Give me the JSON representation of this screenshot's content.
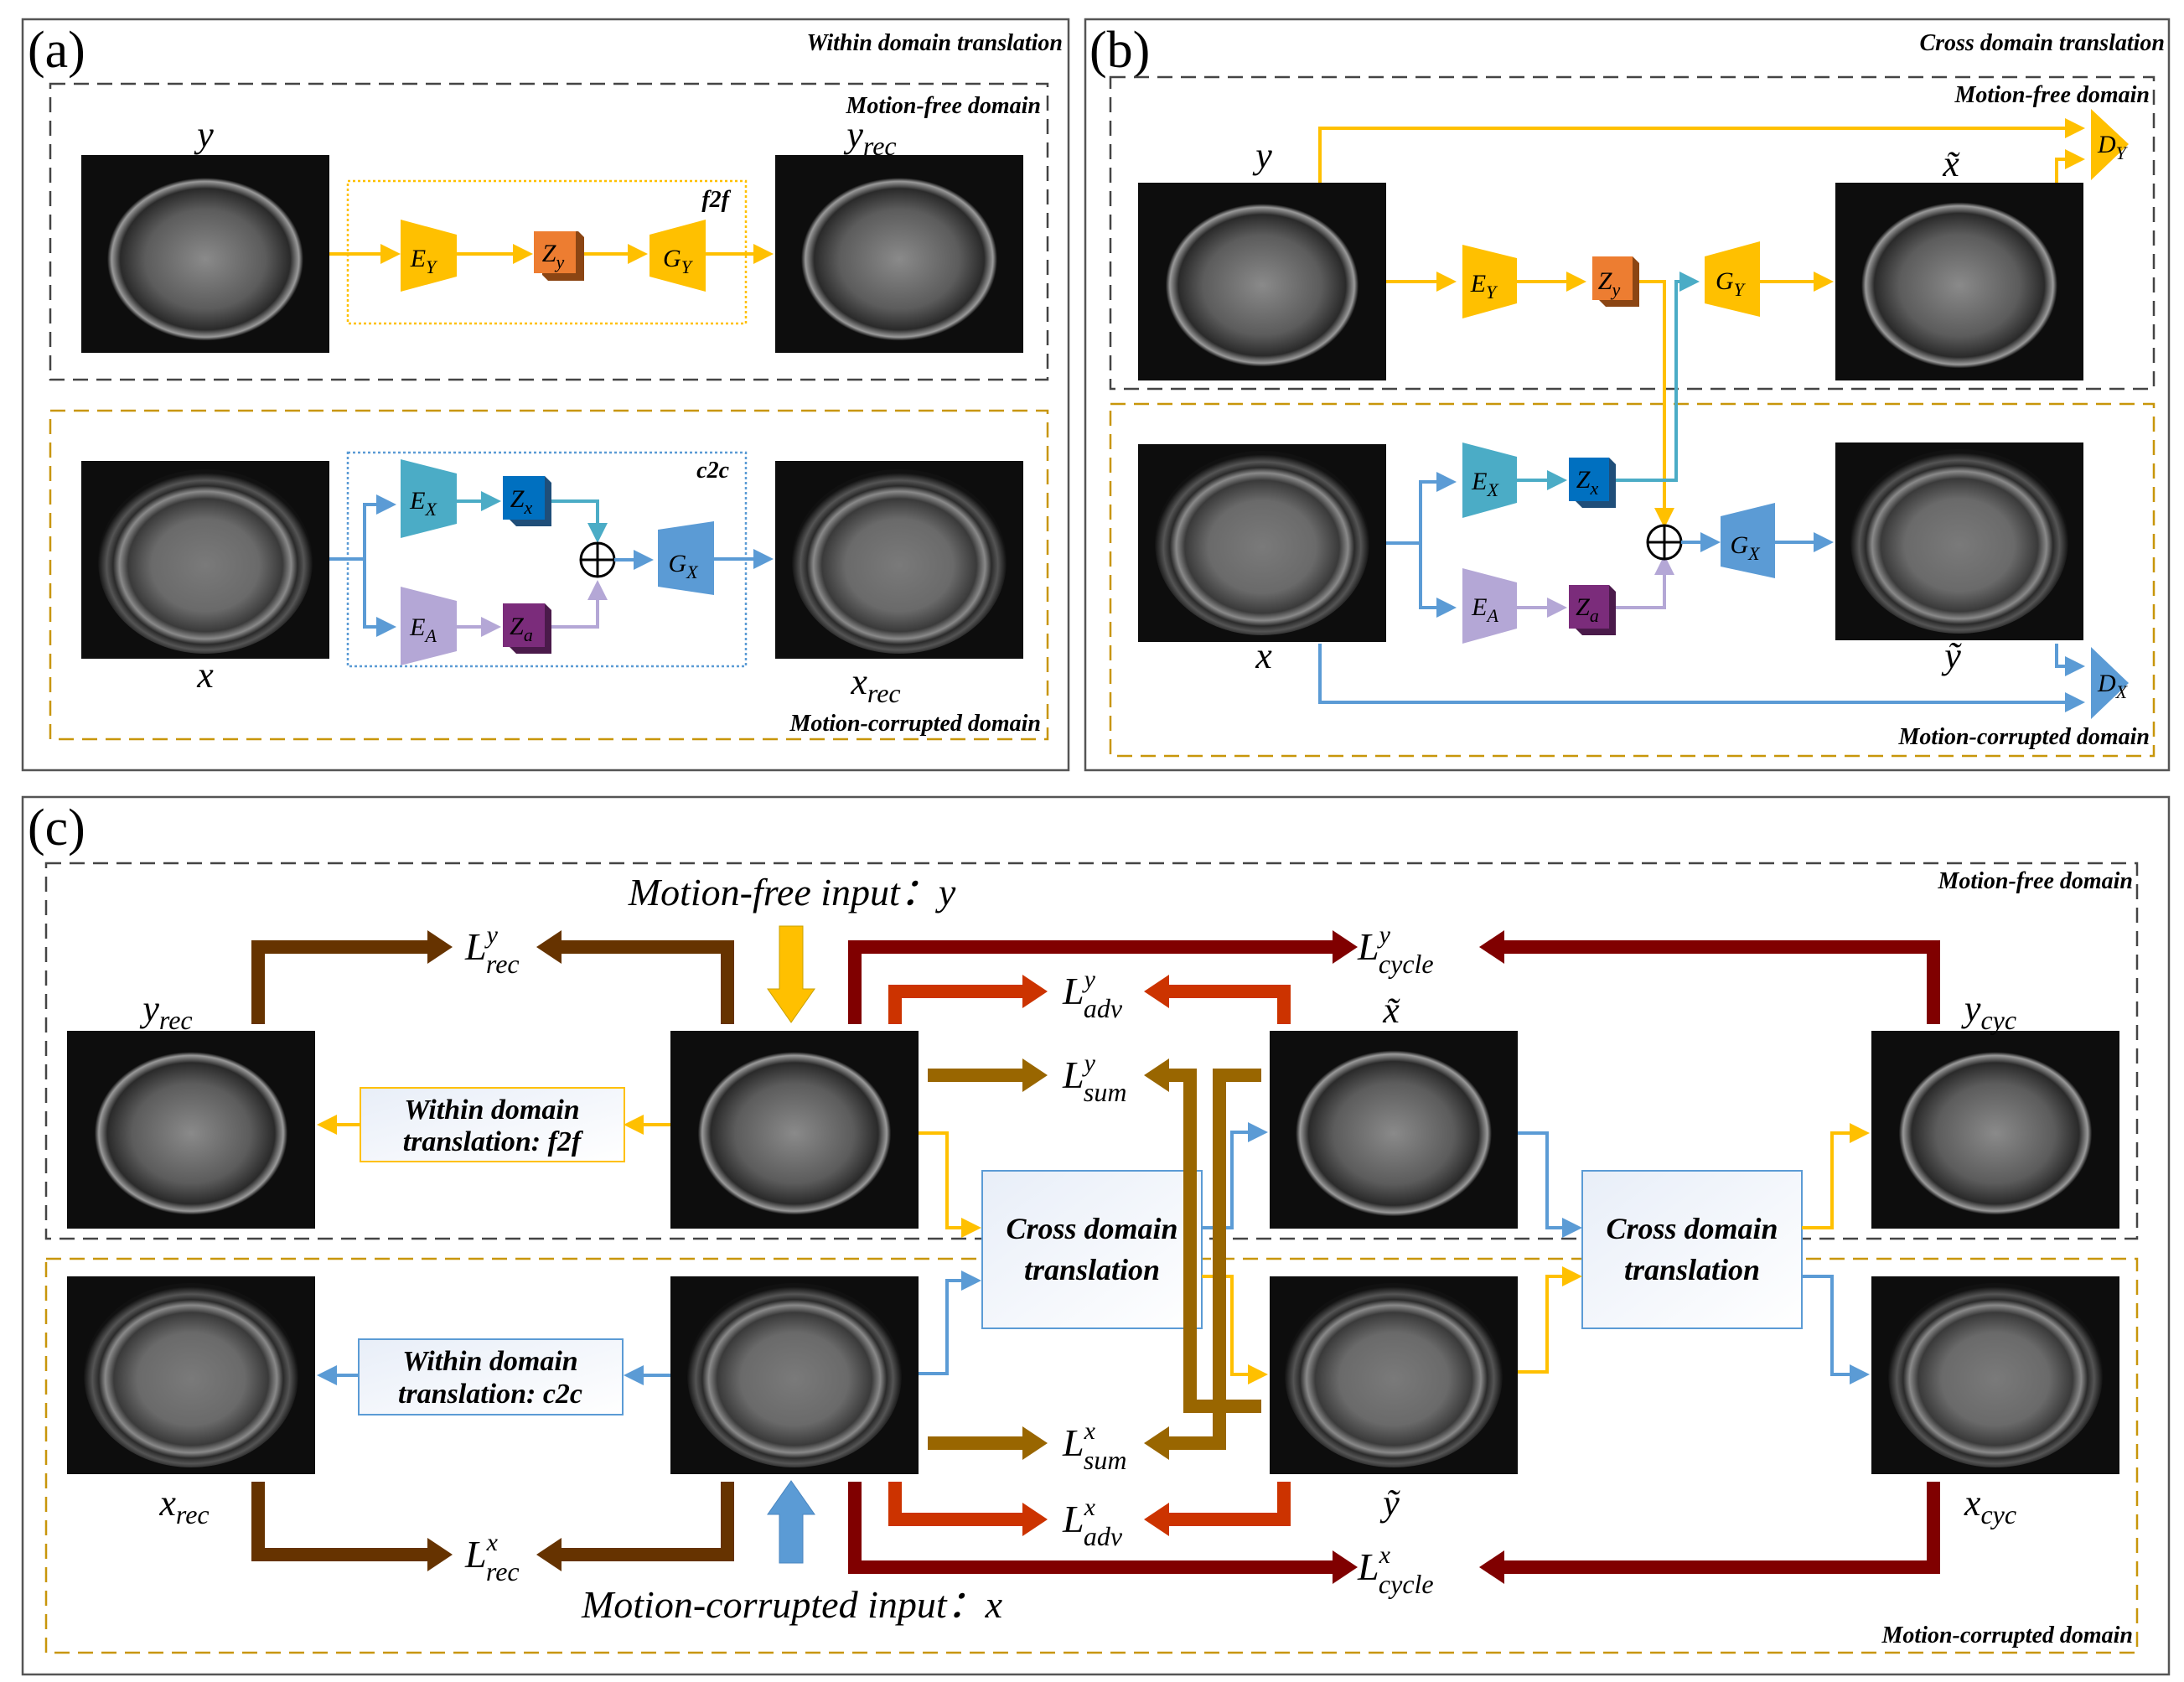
{
  "figure": {
    "panel_a": {
      "label": "(a)",
      "title": "Within domain translation",
      "free_domain_label": "Motion-free domain",
      "corr_domain_label": "Motion-corrupted domain",
      "f2f_label": "f2f",
      "c2c_label": "c2c",
      "img_y": {
        "base": "y",
        "sub": ""
      },
      "img_yrec": {
        "base": "y",
        "sub": "rec"
      },
      "img_x": {
        "base": "x",
        "sub": ""
      },
      "img_xrec": {
        "base": "x",
        "sub": "rec"
      },
      "enc_y": {
        "base": "E",
        "sub": "Y"
      },
      "z_y": {
        "base": "Z",
        "sub": "y"
      },
      "gen_y": {
        "base": "G",
        "sub": "Y"
      },
      "enc_x": {
        "base": "E",
        "sub": "X"
      },
      "z_x": {
        "base": "Z",
        "sub": "x"
      },
      "enc_a": {
        "base": "E",
        "sub": "A"
      },
      "z_a": {
        "base": "Z",
        "sub": "a"
      },
      "gen_x": {
        "base": "G",
        "sub": "X"
      },
      "sum_symbol": "⊕"
    },
    "panel_b": {
      "label": "(b)",
      "title": "Cross domain translation",
      "free_domain_label": "Motion-free domain",
      "corr_domain_label": "Motion-corrupted domain",
      "img_y": "y",
      "img_xtilde": "x̃",
      "img_x": "x",
      "img_ytilde": "ỹ",
      "enc_y": {
        "base": "E",
        "sub": "Y"
      },
      "z_y": {
        "base": "Z",
        "sub": "y"
      },
      "gen_y": {
        "base": "G",
        "sub": "Y"
      },
      "enc_x": {
        "base": "E",
        "sub": "X"
      },
      "z_x": {
        "base": "Z",
        "sub": "x"
      },
      "enc_a": {
        "base": "E",
        "sub": "A"
      },
      "z_a": {
        "base": "Z",
        "sub": "a"
      },
      "gen_x": {
        "base": "G",
        "sub": "X"
      },
      "disc_y": {
        "base": "D",
        "sub": "Y"
      },
      "disc_x": {
        "base": "D",
        "sub": "X"
      },
      "sum_symbol": "⊕"
    },
    "panel_c": {
      "label": "(c)",
      "free_domain_label": "Motion-free domain",
      "corr_domain_label": "Motion-corrupted domain",
      "free_input": "Motion-free input：y",
      "corr_input": "Motion-corrupted input：x",
      "within_f2f": [
        "Within domain",
        "translation: f2f"
      ],
      "within_c2c": [
        "Within domain",
        "translation: c2c"
      ],
      "cross1": [
        "Cross domain",
        "translation"
      ],
      "cross2": [
        "Cross domain",
        "translation"
      ],
      "img_yrec": {
        "base": "y",
        "sub": "rec"
      },
      "img_xrec": {
        "base": "x",
        "sub": "rec"
      },
      "img_xtilde": "x̃",
      "img_ytilde": "ỹ",
      "img_ycyc": {
        "base": "y",
        "sub": "cyc"
      },
      "img_xcyc": {
        "base": "x",
        "sub": "cyc"
      },
      "loss_rec_y": {
        "base": "L",
        "sup": "y",
        "sub": "rec"
      },
      "loss_rec_x": {
        "base": "L",
        "sup": "x",
        "sub": "rec"
      },
      "loss_adv_y": {
        "base": "L",
        "sup": "y",
        "sub": "adv"
      },
      "loss_adv_x": {
        "base": "L",
        "sup": "x",
        "sub": "adv"
      },
      "loss_sum_y": {
        "base": "L",
        "sup": "y",
        "sub": "sum"
      },
      "loss_sum_x": {
        "base": "L",
        "sup": "x",
        "sub": "sum"
      },
      "loss_cycle_y": {
        "base": "L",
        "sup": "y",
        "sub": "cycle"
      },
      "loss_cycle_x": {
        "base": "L",
        "sup": "x",
        "sub": "cycle"
      }
    },
    "colors": {
      "yellow": "#ffc000",
      "orange_z": "#ed7d31",
      "teal_ex": "#4bacc6",
      "blue_z": "#0070c0",
      "lavender_ea": "#b4a7d6",
      "purple_z": "#7b2c7b",
      "blue_gx": "#5b9bd5",
      "brown_rec": "#663300",
      "darkred_cycle": "#800000",
      "red_adv": "#cc3300",
      "gold_sum": "#996600",
      "corr_dash": "#c8960a"
    }
  }
}
